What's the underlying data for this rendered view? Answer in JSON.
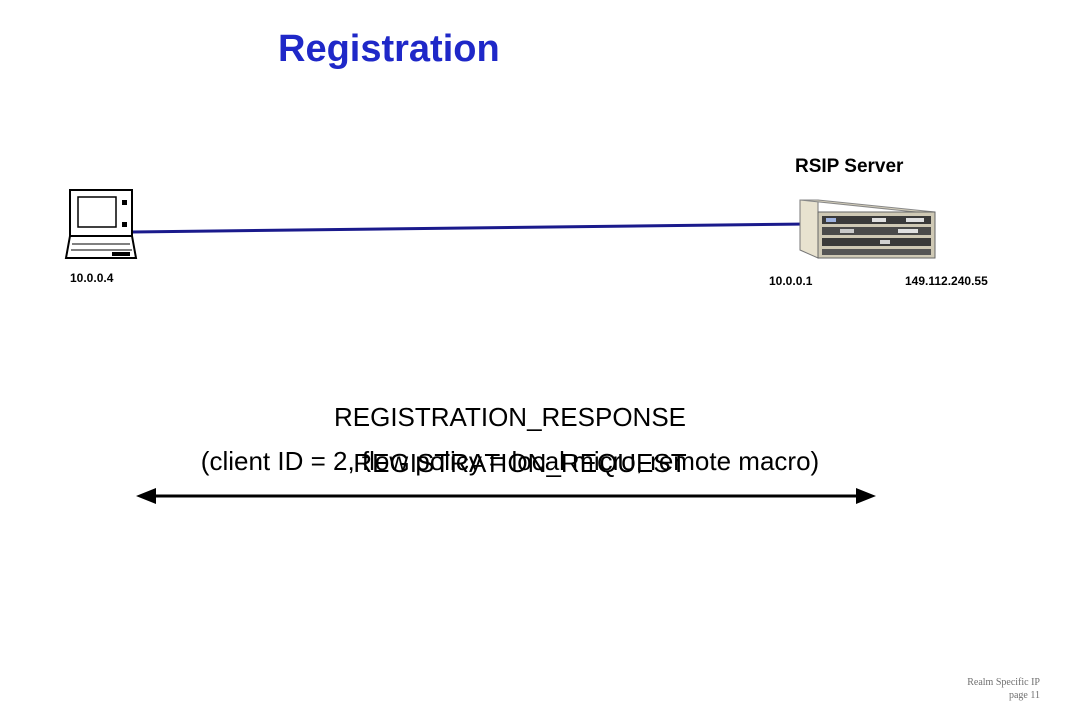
{
  "title": "Registration",
  "server": {
    "label": "RSIP Server",
    "inner_ip": "10.0.0.1",
    "outer_ip": "149.112.240.55",
    "icon": "server-chassis-icon"
  },
  "client": {
    "ip": "10.0.0.4",
    "icon": "laptop-icon"
  },
  "link_color": "#1a1a8c",
  "title_color": "#1f28c8",
  "messages": {
    "response_title": "REGISTRATION_RESPONSE",
    "response_detail": "(client ID = 2, flow policy = local micro, remote macro)",
    "request": "REGISTRATION_REQUEST"
  },
  "arrow": {
    "direction": "bidirectional",
    "icon": "double-arrow-icon"
  },
  "footer": {
    "line1": "Realm Specific IP",
    "line2": "page 11"
  }
}
